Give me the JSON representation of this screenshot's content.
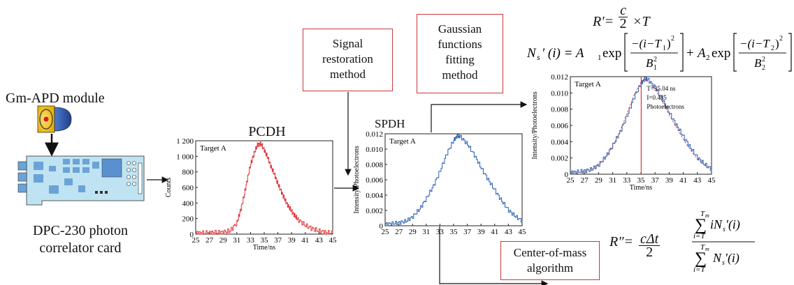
{
  "module": {
    "gm_apd_label": "Gm-APD module"
  },
  "card": {
    "label_line1": "DPC-230 photon",
    "label_line2": "correlator card"
  },
  "methods": {
    "signal_restoration": [
      "Signal",
      "restoration",
      "method"
    ],
    "gaussian_fitting": [
      "Gaussian",
      "functions",
      "fitting",
      "method"
    ],
    "center_of_mass": [
      "Center-of-mass",
      "algorithm"
    ]
  },
  "equations": {
    "range_prime": {
      "lhs": "R′=",
      "num": "c",
      "den": "2",
      "rhs": "×T"
    },
    "ns_prime_lhs": "N",
    "ns_prime_sub": "s",
    "ns_prime_rest": "′ (i) = A",
    "range_double_prime": {
      "lhs": "R″=",
      "num": "cΔt",
      "den": "2"
    }
  },
  "colors": {
    "pcdh": "#e0353a",
    "spdh": "#2b62b3",
    "box_border": "#c8373a",
    "fit": "#d0506a"
  },
  "chart_data": [
    {
      "id": "pcdh",
      "type": "line",
      "title": "PCDH",
      "annotation": "Target A",
      "xlabel": "Time/ns",
      "ylabel": "Counts",
      "xlim": [
        25,
        45
      ],
      "ylim": [
        0,
        1200
      ],
      "xticks": [
        "25",
        "27",
        "29",
        "31",
        "33",
        "35",
        "37",
        "39",
        "41",
        "43",
        "45"
      ],
      "yticks": [
        "0",
        "200",
        "400",
        "600",
        "800",
        "1 000",
        "1 200"
      ],
      "series": [
        {
          "values": [
            [
              25,
              15
            ],
            [
              26,
              15
            ],
            [
              27,
              18
            ],
            [
              28,
              20
            ],
            [
              29,
              25
            ],
            [
              30,
              45
            ],
            [
              31,
              150
            ],
            [
              31.5,
              300
            ],
            [
              32,
              480
            ],
            [
              32.5,
              700
            ],
            [
              33,
              900
            ],
            [
              33.5,
              1040
            ],
            [
              34,
              1150
            ],
            [
              34.5,
              1160
            ],
            [
              35,
              1080
            ],
            [
              35.5,
              980
            ],
            [
              36,
              860
            ],
            [
              36.5,
              760
            ],
            [
              37,
              640
            ],
            [
              37.5,
              540
            ],
            [
              38,
              440
            ],
            [
              38.5,
              360
            ],
            [
              39,
              290
            ],
            [
              39.5,
              230
            ],
            [
              40,
              180
            ],
            [
              41,
              110
            ],
            [
              42,
              70
            ],
            [
              43,
              40
            ],
            [
              44,
              20
            ],
            [
              45,
              15
            ]
          ]
        }
      ]
    },
    {
      "id": "spdh",
      "type": "line",
      "title": "SPDH",
      "annotation": "Target A",
      "xlabel": "Time/ns",
      "ylabel": "Intensity/Photoelectrons",
      "xlim": [
        25,
        45
      ],
      "ylim": [
        0,
        0.012
      ],
      "xticks": [
        "25",
        "27",
        "29",
        "31",
        "33",
        "35",
        "37",
        "39",
        "41",
        "43",
        "45"
      ],
      "yticks": [
        "0",
        "0.002",
        "0.004",
        "0.006",
        "0.008",
        "0.010",
        "0.012"
      ],
      "series": [
        {
          "values": [
            [
              25,
              0.0002
            ],
            [
              26,
              0.0003
            ],
            [
              27,
              0.0004
            ],
            [
              28,
              0.0006
            ],
            [
              29,
              0.0012
            ],
            [
              30,
              0.0022
            ],
            [
              31,
              0.0036
            ],
            [
              32,
              0.0052
            ],
            [
              33,
              0.0072
            ],
            [
              34,
              0.0095
            ],
            [
              35,
              0.0112
            ],
            [
              35.5,
              0.0117
            ],
            [
              36,
              0.0116
            ],
            [
              37,
              0.0106
            ],
            [
              38,
              0.0092
            ],
            [
              39,
              0.0075
            ],
            [
              40,
              0.006
            ],
            [
              41,
              0.0046
            ],
            [
              42,
              0.0032
            ],
            [
              43,
              0.002
            ],
            [
              44,
              0.0012
            ],
            [
              45,
              0.0006
            ]
          ]
        }
      ]
    },
    {
      "id": "fit",
      "type": "line",
      "annotation": "Target A",
      "fit_annotation": [
        "T=35.04 ns",
        "I=0.485",
        "Photoelectrons"
      ],
      "xlabel": "Time/ns",
      "ylabel": "Intensity/Photoelectrons",
      "xlim": [
        25,
        45
      ],
      "ylim": [
        0,
        0.012
      ],
      "peak_x": 35.04,
      "xticks": [
        "25",
        "27",
        "29",
        "31",
        "33",
        "35",
        "37",
        "39",
        "41",
        "43",
        "45"
      ],
      "yticks": [
        "0",
        "0.002",
        "0.004",
        "0.006",
        "0.008",
        "0.010",
        "0.012"
      ],
      "series": [
        {
          "values": [
            [
              25,
              0.0002
            ],
            [
              26,
              0.0003
            ],
            [
              27,
              0.0004
            ],
            [
              28,
              0.0006
            ],
            [
              29,
              0.0012
            ],
            [
              30,
              0.0022
            ],
            [
              31,
              0.0036
            ],
            [
              32,
              0.0052
            ],
            [
              33,
              0.0072
            ],
            [
              34,
              0.0095
            ],
            [
              35,
              0.0112
            ],
            [
              35.5,
              0.0117
            ],
            [
              36,
              0.0116
            ],
            [
              37,
              0.0106
            ],
            [
              38,
              0.0092
            ],
            [
              39,
              0.0075
            ],
            [
              40,
              0.006
            ],
            [
              41,
              0.0046
            ],
            [
              42,
              0.0032
            ],
            [
              43,
              0.002
            ],
            [
              44,
              0.0012
            ],
            [
              45,
              0.0006
            ]
          ]
        },
        {
          "values": [
            [
              25,
              0.0001
            ],
            [
              27,
              0.0003
            ],
            [
              29,
              0.0011
            ],
            [
              30,
              0.002
            ],
            [
              31,
              0.0034
            ],
            [
              32,
              0.0052
            ],
            [
              33,
              0.0074
            ],
            [
              34,
              0.0097
            ],
            [
              35,
              0.0113
            ],
            [
              35.5,
              0.0116
            ],
            [
              36,
              0.0114
            ],
            [
              37,
              0.0105
            ],
            [
              38,
              0.009
            ],
            [
              39,
              0.0073
            ],
            [
              40,
              0.0058
            ],
            [
              41,
              0.0043
            ],
            [
              42,
              0.003
            ],
            [
              43,
              0.0019
            ],
            [
              44,
              0.0011
            ],
            [
              45,
              0.0006
            ]
          ]
        }
      ]
    }
  ]
}
